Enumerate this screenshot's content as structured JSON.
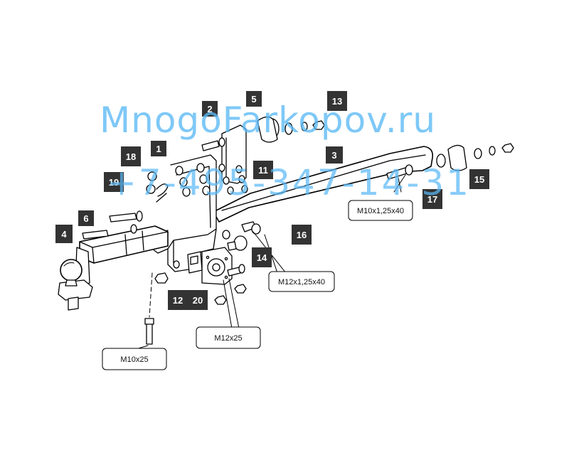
{
  "watermark": {
    "site": "MnogoFarkopov.ru",
    "phone": "+7-495-347-14-31",
    "color": "#5ab9f5"
  },
  "callouts": {
    "p1": "1",
    "p2": "2",
    "p3": "3",
    "p4": "4",
    "p5": "5",
    "p6": "6",
    "p11": "11",
    "p12": "12",
    "p13": "13",
    "p14": "14",
    "p15": "15",
    "p16": "16",
    "p17": "17",
    "p18": "18",
    "p19": "19",
    "p20": "20"
  },
  "specs": {
    "m10x125x40": "M10x1,25x40",
    "m12x125x40": "M12x1,25x40",
    "m12x25": "M12x25",
    "m10x25": "M10x25"
  },
  "colors": {
    "line": "#000000",
    "label_bg": "#333333",
    "label_text": "#ffffff"
  }
}
